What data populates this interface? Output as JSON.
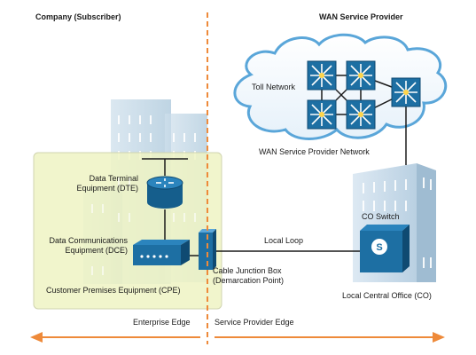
{
  "headers": {
    "subscriber": "Company (Subscriber)",
    "provider": "WAN Service Provider"
  },
  "labels": {
    "toll_network": "Toll Network",
    "wan_network": "WAN Service Provider Network",
    "dte_line1": "Data Terminal",
    "dte_line2": "Equipment (DTE)",
    "dce_line1": "Data Communications",
    "dce_line2": "Equipment (DCE)",
    "cpe": "Customer Premises Equipment (CPE)",
    "co_switch": "CO Switch",
    "local_loop": "Local Loop",
    "junction_line1": "Cable Junction Box",
    "junction_line2": "(Demarcation Point)",
    "central_office": "Local Central Office (CO)",
    "enterprise_edge": "Enterprise Edge",
    "provider_edge": "Service Provider Edge"
  },
  "icons": {
    "co_switch_letter": "S"
  },
  "colors": {
    "divider": "#ee8a3a",
    "cpe_zone": "#eef3c3",
    "device": "#1d6fa3",
    "cloud_stroke": "#5aa6d9"
  }
}
